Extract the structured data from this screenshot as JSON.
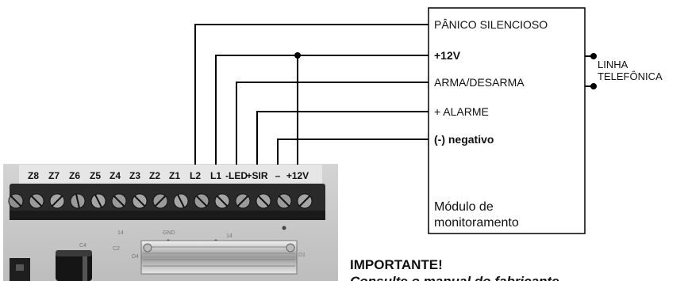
{
  "module": {
    "inputs": [
      "PÂNICO SILENCIOSO",
      "+12V",
      "ARMA/DESARMA",
      "+ ALARME",
      "(-) negativo"
    ],
    "title_line1": "Módulo de",
    "title_line2": "monitoramento"
  },
  "phone_line": {
    "line1": "LINHA",
    "line2": "TELEFÔNICA"
  },
  "board": {
    "terminals": [
      "Z8",
      "Z7",
      "Z6",
      "Z5",
      "Z4",
      "Z3",
      "Z2",
      "Z1",
      "L2",
      "L1",
      "-LED",
      "+SIR",
      "–",
      "+12V"
    ],
    "silkscreen": [
      "14",
      "GND",
      "14",
      "D4",
      "C4",
      "C2",
      "D1"
    ]
  },
  "notice": {
    "title": "IMPORTANTE!",
    "partial_text": "Consulte o manual do fabricante"
  },
  "colors": {
    "wire": "#000000",
    "board": "#c9c9c9",
    "terminal_block": "#2a2a2a"
  }
}
